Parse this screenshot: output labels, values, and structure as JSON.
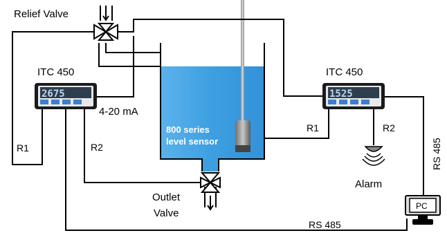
{
  "labels": {
    "relief_valve": "Relief Valve",
    "controller_left": "ITC 450",
    "controller_right": "ITC 450",
    "current_loop": "4-20 mA",
    "r1_left": "R1",
    "r2_left": "R2",
    "r1_right": "R1",
    "r2_right": "R2",
    "sensor_line1": "800 series",
    "sensor_line2": "level sensor",
    "outlet_line1": "Outlet",
    "outlet_line2": "Valve",
    "alarm": "Alarm",
    "rs485_vertical": "RS 485",
    "rs485_bottom": "RS 485",
    "pc": "PC"
  },
  "colors": {
    "tank_water": "#3d9fe0",
    "tank_water_light": "#6bbcef",
    "controller_body": "#1a1a1a",
    "display": "#2e3e4e",
    "button": "#3c7fd0",
    "sensor_body": "#9e9e9e"
  }
}
